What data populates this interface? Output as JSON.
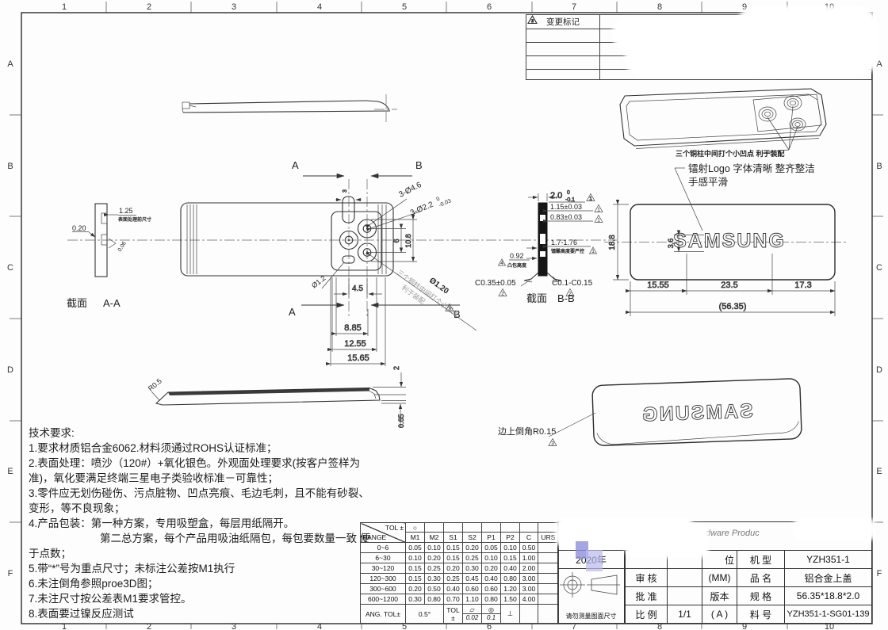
{
  "sheet": {
    "cols": [
      "1",
      "2",
      "3",
      "4",
      "5",
      "6",
      "7",
      "8",
      "9",
      "10"
    ],
    "rows": [
      "A",
      "B",
      "C",
      "D",
      "E",
      "F"
    ]
  },
  "marks": {
    "1": "1",
    "2": "2",
    "3": "3",
    "4": "4"
  },
  "revision_table": {
    "header": "变更标记",
    "marks": [
      "1",
      "2",
      "3",
      "4"
    ]
  },
  "tech_notes": {
    "title": "技术要求:",
    "l1": "1.要求材质铝合金6062.材料须通过ROHS认证标准；",
    "l2": "2.表面处理：喷沙（120#）+氧化银色。外观面处理要求(按客户签样为准)，氧化要满足终端三星电子类验收标准－可靠性；",
    "l3": "3.零件应无划伤碰伤、污点脏物、凹点亮痕、毛边毛刺，且不能有砂裂、变形，等不良现象；",
    "l4": "4.产品包装：第一种方案，专用吸塑盒，每层用纸隔开。",
    "l5": "第二总方案，每个产品用吸油纸隔包，每包要数量一致 便于点数；",
    "l6": "5.带“*”号为重点尺寸；未标注公差按M1执行",
    "l7": "6.未注倒角参照proe3D图；",
    "l8": "7.未注尺寸按公差表M1要求管控。",
    "l9": "8.表面要过镍反应测试"
  },
  "plan": {
    "sec_a": "A",
    "sec_b": "B",
    "dim_slot": "3",
    "holes_outer": "3-Ø4.6",
    "holes_inner": "3-Ø2.2",
    "tol_hi": "0",
    "tol_lo": "-0.03",
    "dim_6": "6",
    "dim_108": "10.8",
    "dim_45": "4.5",
    "dim_885": "8.85",
    "dim_1255": "12.55",
    "dim_1565": "15.65",
    "slot_dia": "Ø1.2",
    "dimple_dia": "Ø1.20",
    "copper_note_1": "三个铜柱中间打个小凹点",
    "copper_note_2": "利于装配"
  },
  "section_aa": {
    "cap": "截面",
    "label": "A-A",
    "dim_125": "1.25",
    "note_125": "表面处理前尺寸",
    "dim_020": "0.20",
    "dim_006": "0.06"
  },
  "section_bb": {
    "cap": "截面",
    "label": "B-B",
    "dim_20": "2.0",
    "tol_hi": "0",
    "tol_lo": "-0.1",
    "dim_115": "1.15±0.03",
    "dim_083": "0.83±0.03",
    "dim_17": "1.7-1.76",
    "note_17": "镭雕高度要严控",
    "dim_092": "0.92",
    "note_092": "凸包高度",
    "c_left": "C0.35±0.05",
    "c_right": "C0.1-C0.15"
  },
  "front": {
    "logo": "SAMSUNG",
    "dim_36": "3.6",
    "dim_188": "18.8",
    "dim_1555": "15.55",
    "dim_235": "23.5",
    "dim_173": "17.3",
    "dim_total": "(56.35)",
    "note_1": "镭射Logo 字体清晰 整齐整洁",
    "note_2": "手感平滑"
  },
  "iso_top": {
    "note": "三个铜柱中间打个小凹点 利于装配"
  },
  "side": {
    "r": "R0.5",
    "dim_2": "2",
    "dim_065": "0.65"
  },
  "iso_bottom": {
    "logo": "SAMSUNG",
    "note": "边上倒角R0.15"
  },
  "tol_table": {
    "corner_top": "TOL ±",
    "corner_bottom": "RANGE",
    "circle": "○",
    "headers": [
      "M1",
      "M2",
      "S1",
      "S2",
      "P1",
      "P2",
      "C",
      "URS"
    ],
    "rows": [
      {
        "range": "0~6",
        "v": [
          "0.05",
          "0.10",
          "0.15",
          "0.20",
          "0.05",
          "0.10",
          "0.50"
        ]
      },
      {
        "range": "6~30",
        "v": [
          "0.10",
          "0.20",
          "0.15",
          "0.25",
          "0.10",
          "0.15",
          "1.00"
        ]
      },
      {
        "range": "30~120",
        "v": [
          "0.15",
          "0.25",
          "0.20",
          "0.30",
          "0.20",
          "0.40",
          "2.00"
        ]
      },
      {
        "range": "120~300",
        "v": [
          "0.15",
          "0.30",
          "0.25",
          "0.45",
          "0.40",
          "0.80",
          "3.00"
        ]
      },
      {
        "range": "300~600",
        "v": [
          "0.20",
          "0.50",
          "0.40",
          "0.60",
          "0.60",
          "1.20",
          "3.00"
        ]
      },
      {
        "range": "600~1200",
        "v": [
          "0.30",
          "0.80",
          "0.70",
          "1.10",
          "0.80",
          "1.50",
          "4.00"
        ]
      }
    ],
    "ang_label": "ANG. TOL±",
    "ang_value": "0.5°",
    "tol_label": "TOL ±",
    "flat_sym": "▱",
    "flat_val": "0.02",
    "pos_sym": "◎",
    "pos_val": "0.1",
    "perp_sym": "⊥"
  },
  "title_block": {
    "company_fragment": "hardware Produc",
    "year": "2020年",
    "no_measure": "请勿测量图面尺寸",
    "check": "审 核",
    "approve": "批 准",
    "scale_label": "比 例",
    "scale_value": "1/1",
    "unit_label": "位",
    "unit_value": "(MM)",
    "version_label": "版本",
    "version_value": "( A )",
    "model_label": "机 型",
    "model_value": "YZH351-1",
    "name_label": "品 名",
    "name_value": "铝合金上盖",
    "spec_label": "规 格",
    "spec_value": "56.35*18.8*2.0",
    "part_label": "料 号",
    "part_value": "YZH351-1-SG01-139"
  }
}
